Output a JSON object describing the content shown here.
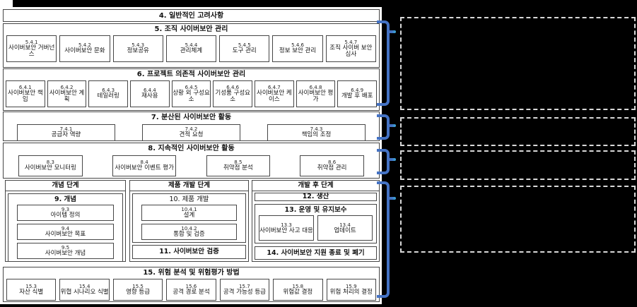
{
  "colors": {
    "page_background": "#000000",
    "canvas_background": "#ffffff",
    "box_border": "#464646",
    "bracket_blue": "#4472C4",
    "bracket_tip_cyan": "#38ADD8",
    "dashed_box_border": "#d9d9d9"
  },
  "diagram": {
    "s4": {
      "title": "4. 일반적인 고려사항"
    },
    "s5": {
      "title": "5. 조직 사이버보안 관리",
      "items": [
        {
          "num": "5.4.1",
          "label": "사이버보안 거버넌스"
        },
        {
          "num": "5.4.2",
          "label": "사이버보안 문화"
        },
        {
          "num": "5.4.3",
          "label": "정보공유"
        },
        {
          "num": "5.4.4",
          "label": "관리체계"
        },
        {
          "num": "5.4.5",
          "label": "도구 관리"
        },
        {
          "num": "5.4.6",
          "label": "정보 보안 관리"
        },
        {
          "num": "5.4.7",
          "label": "조직 사이버 보안 심사"
        }
      ]
    },
    "s6": {
      "title": "6. 프로젝트 의존적 사이버보안 관리",
      "items": [
        {
          "num": "6.4.1",
          "label": "사이버보안 책임"
        },
        {
          "num": "6.4.2",
          "label": "사이버보안 계획"
        },
        {
          "num": "6.4.3",
          "label": "테일러링"
        },
        {
          "num": "6.4.4",
          "label": "재사용"
        },
        {
          "num": "6.4.5",
          "label": "상황 외 구성요소"
        },
        {
          "num": "6.4.6",
          "label": "기성품 구성요소"
        },
        {
          "num": "6.4.7",
          "label": "사이버보안 케이스"
        },
        {
          "num": "6.4.8",
          "label": "사이버보안 평가"
        },
        {
          "num": "6.4.9",
          "label": "개발 후 배포"
        }
      ]
    },
    "s7": {
      "title": "7. 분산된 사이버보안 활동",
      "items": [
        {
          "num": "7.4.1",
          "label": "공급자 역량"
        },
        {
          "num": "7.4.2",
          "label": "견적 요청"
        },
        {
          "num": "7.4.3",
          "label": "책임의 조정"
        }
      ]
    },
    "s8": {
      "title": "8. 지속적인 사이버보안 활동",
      "items": [
        {
          "num": "8.3",
          "label": "사이버보안 모니터링"
        },
        {
          "num": "8.4",
          "label": "사이버보안 이벤트 평가"
        },
        {
          "num": "8.5",
          "label": "취약점 분석"
        },
        {
          "num": "8.6",
          "label": "취약점 관리"
        }
      ]
    },
    "phases": {
      "concept": {
        "title": "개념 단계",
        "group_title": "9. 개념",
        "items": [
          {
            "num": "9.3",
            "label": "아이템 정의"
          },
          {
            "num": "9.4",
            "label": "사이버보안 목표"
          },
          {
            "num": "9.5",
            "label": "사이버보안 개념"
          }
        ]
      },
      "product": {
        "title": "제품 개발 단계",
        "group_title": "10. 제품 개발",
        "items": [
          {
            "num": "10.4.1",
            "label": "설계"
          },
          {
            "num": "10.4.2",
            "label": "통합 및 검증"
          }
        ],
        "verification": "11. 사이버보안 검증"
      },
      "post": {
        "title": "개발 후 단계",
        "production": "12. 생산",
        "group_title": "13. 운영 및 유지보수",
        "items": [
          {
            "num": "13.3",
            "label": "사이버보안 사고 대응"
          },
          {
            "num": "13.4",
            "label": "업데이트"
          }
        ],
        "decommission": "14. 사이버보안 지원 종료 및 폐기"
      }
    },
    "s15": {
      "title": "15. 위험 분석 및 위험평가 방법",
      "items": [
        {
          "num": "15.3",
          "label": "자산 식별"
        },
        {
          "num": "15.4",
          "label": "위협 시나리오 식별"
        },
        {
          "num": "15.5",
          "label": "영향 등급"
        },
        {
          "num": "15.6",
          "label": "공격 경로 분석"
        },
        {
          "num": "15.7",
          "label": "공격 가능성 등급"
        },
        {
          "num": "15.8",
          "label": "위험값 결정"
        },
        {
          "num": "15.9",
          "label": "위험 처리의 결정"
        }
      ]
    }
  }
}
